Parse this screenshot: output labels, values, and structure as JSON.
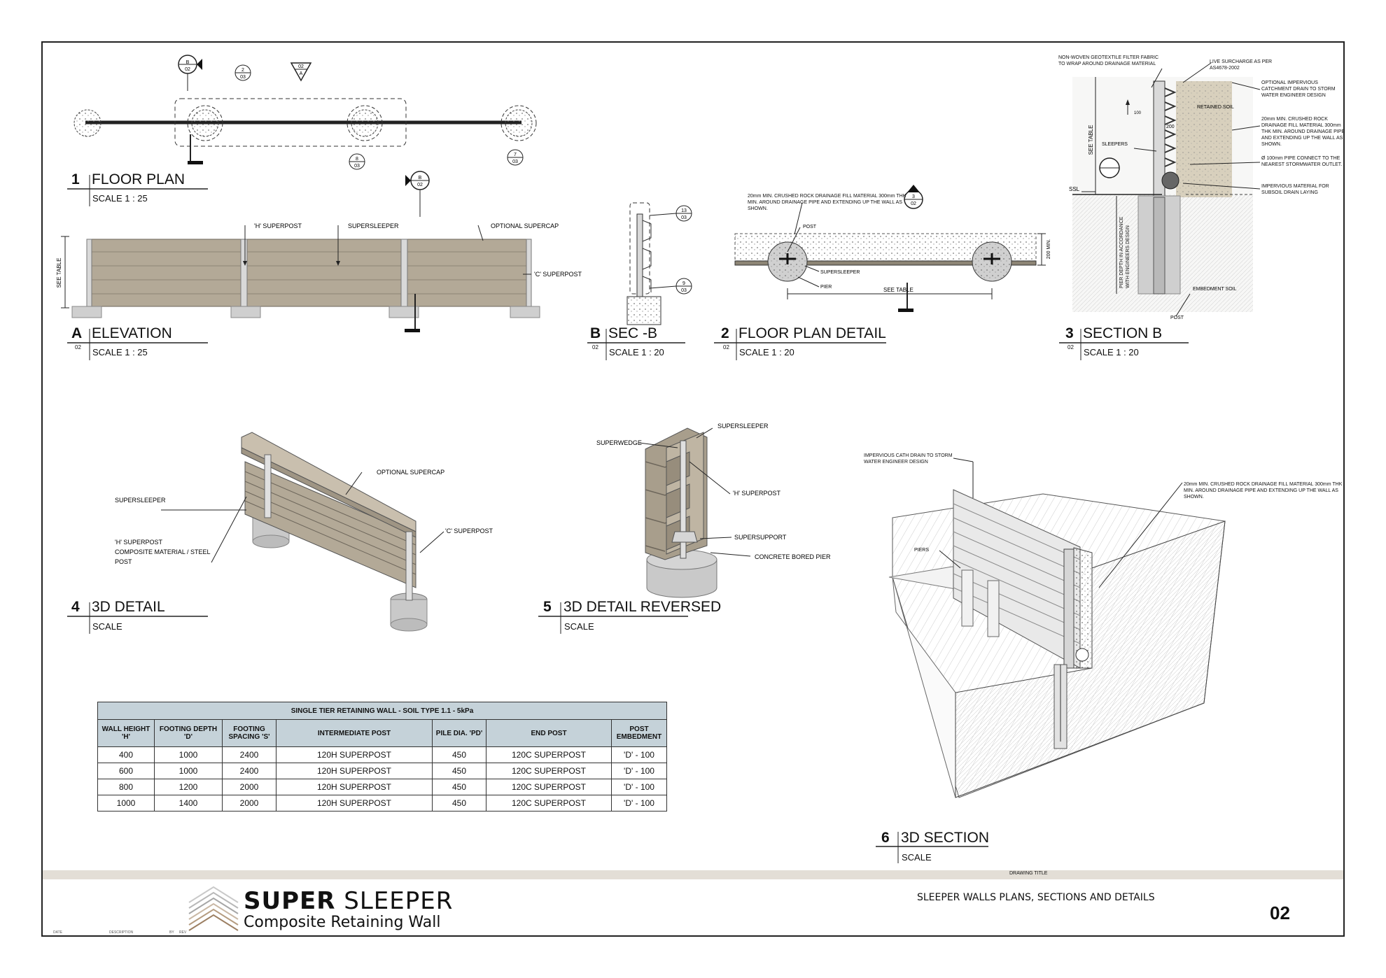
{
  "views": {
    "floor_plan": {
      "num": "1",
      "title": "FLOOR PLAN",
      "scale": "SCALE   1 : 25"
    },
    "elevation": {
      "num": "A",
      "sub": "02",
      "title": "ELEVATION",
      "scale": "SCALE   1 : 25"
    },
    "sec_b": {
      "num": "B",
      "sub": "02",
      "title": "SEC -B",
      "scale": "SCALE   1 : 20"
    },
    "floor_plan_detail": {
      "num": "2",
      "sub": "02",
      "title": "FLOOR PLAN DETAIL",
      "scale": "SCALE    1 : 20"
    },
    "section_b": {
      "num": "3",
      "sub": "02",
      "title": "SECTION B",
      "scale": "SCALE    1 : 20"
    },
    "detail_3d": {
      "num": "4",
      "title": "3D DETAIL",
      "scale": "SCALE"
    },
    "detail_3d_reversed": {
      "num": "5",
      "title": "3D DETAIL REVERSED",
      "scale": "SCALE"
    },
    "section_3d": {
      "num": "6",
      "title": "3D SECTION",
      "scale": "SCALE"
    }
  },
  "annotations": {
    "elevation": {
      "h_superpost": "'H' SUPERPOST",
      "supersleeper": "SUPERSLEEPER",
      "optional_supercap": "OPTIONAL SUPERCAP",
      "c_superpost": "'C' SUPERPOST",
      "see_table": "SEE TABLE"
    },
    "floor_plan_detail": {
      "drainage": "20mm MIN. CRUSHED ROCK DRAINAGE FILL MATERIAL 300mm THK MIN. AROUND DRAINAGE PIPE AND EXTENDING UP THE WALL AS SHOWN.",
      "post": "POST",
      "supersleeper": "SUPERSLEEPER",
      "pier": "PIER",
      "see_table": "SEE TABLE",
      "min_200": "200 MIN."
    },
    "section_b": {
      "geotextile": "NON-WOVEN GEOTEXTILE FILTER FABRIC TO WRAP AROUND DRAINAGE MATERIAL",
      "live_surcharge": "LIVE SURCHARGE AS PER AS4678-2002",
      "catchment_drain": "OPTIONAL IMPERVIOUS CATCHMENT DRAIN TO STORM WATER ENGINEER DESIGN",
      "retained_soil": "RETAINED SOIL",
      "crushed_rock": "20mm MIN. CRUSHED ROCK DRAINAGE FILL MATERIAL 300mm THK MIN. AROUND DRAINAGE PIPE AND EXTENDING UP THE WALL AS SHOWN.",
      "pipe": "Ø 100mm PIPE CONNECT TO THE NEAREST STORMWATER OUTLET.",
      "impervious": "IMPERVIOUS MATERIAL FOR SUBSOIL DRAIN LAYING",
      "sleepers": "SLEEPERS",
      "ssl": "SSL",
      "see_table": "SEE TABLE",
      "pier_depth": "PIER DEPTH IN ACCORDANCE WITH ENGINEERS DESIGN",
      "embedment_soil": "EMBEDMENT SOIL",
      "post": "POST",
      "dim_200": "200",
      "dim_100": "100"
    },
    "detail_3d": {
      "optional_supercap": "OPTIONAL SUPERCAP",
      "supersleeper": "SUPERSLEEPER",
      "c_superpost": "'C' SUPERPOST",
      "h_superpost_1": "'H' SUPERPOST",
      "h_superpost_2": "COMPOSITE MATERIAL / STEEL",
      "h_superpost_3": "POST"
    },
    "detail_3d_reversed": {
      "supersleeper": "SUPERSLEEPER",
      "superwedge": "SUPERWEDGE",
      "h_superpost": "'H' SUPERPOST",
      "supersupport": "SUPERSUPPORT",
      "bored_pier": "CONCRETE BORED PIER"
    },
    "section_3d": {
      "cath_drain": "IMPERVIOUS CATH DRAIN TO STORM WATER ENGINEER DESIGN",
      "crushed_rock": "20mm MIN. CRUSHED ROCK DRAINAGE FILL MATERIAL 300mm THK MIN. AROUND DRAINAGE PIPE AND EXTENDING UP THE WALL AS SHOWN.",
      "piers": "PIERS"
    }
  },
  "markers": {
    "b02": [
      "B",
      "02"
    ],
    "c2_03": [
      "2",
      "03"
    ],
    "tri": [
      "02",
      "A"
    ],
    "c8_03": [
      "8",
      "03"
    ],
    "c7_03": [
      "7",
      "03"
    ],
    "elev_b02": [
      "B",
      "02"
    ],
    "secb_top": [
      "13",
      "03"
    ],
    "secb_bot": [
      "9",
      "03"
    ],
    "fpd": [
      "3",
      "02"
    ]
  },
  "table": {
    "title": "SINGLE TIER RETAINING WALL - SOIL TYPE 1.1 - 5kPa",
    "headers": [
      "WALL HEIGHT 'H'",
      "FOOTING DEPTH 'D'",
      "FOOTING SPACING 'S'",
      "INTERMEDIATE POST",
      "PILE DIA. 'PD'",
      "END POST",
      "POST EMBEDMENT"
    ],
    "rows": [
      [
        "400",
        "1000",
        "2400",
        "120H SUPERPOST",
        "450",
        "120C SUPERPOST",
        "'D' - 100"
      ],
      [
        "600",
        "1000",
        "2400",
        "120H SUPERPOST",
        "450",
        "120C SUPERPOST",
        "'D' - 100"
      ],
      [
        "800",
        "1200",
        "2000",
        "120H SUPERPOST",
        "450",
        "120C SUPERPOST",
        "'D' - 100"
      ],
      [
        "1000",
        "1400",
        "2000",
        "120H SUPERPOST",
        "450",
        "120C SUPERPOST",
        "'D' - 100"
      ]
    ]
  },
  "title_block": {
    "brand_bold": "SUPER",
    "brand_light": "SLEEPER",
    "brand_sub": "Composite Retaining Wall",
    "drawing_title_label": "DRAWING TITLE",
    "drawing_title": "SLEEPER WALLS PLANS, SECTIONS AND DETAILS",
    "sheet_number": "02",
    "footer": [
      "DATE",
      "DESCRIPTION",
      "BY",
      "REV"
    ]
  },
  "colors": {
    "sleeper": "#b3a997",
    "sleeper_dark": "#9f9584",
    "post": "#d9d9d9",
    "concrete": "#cfcfcf",
    "table_header": "#c5d2d9",
    "title_bar": "#e3ded6"
  }
}
